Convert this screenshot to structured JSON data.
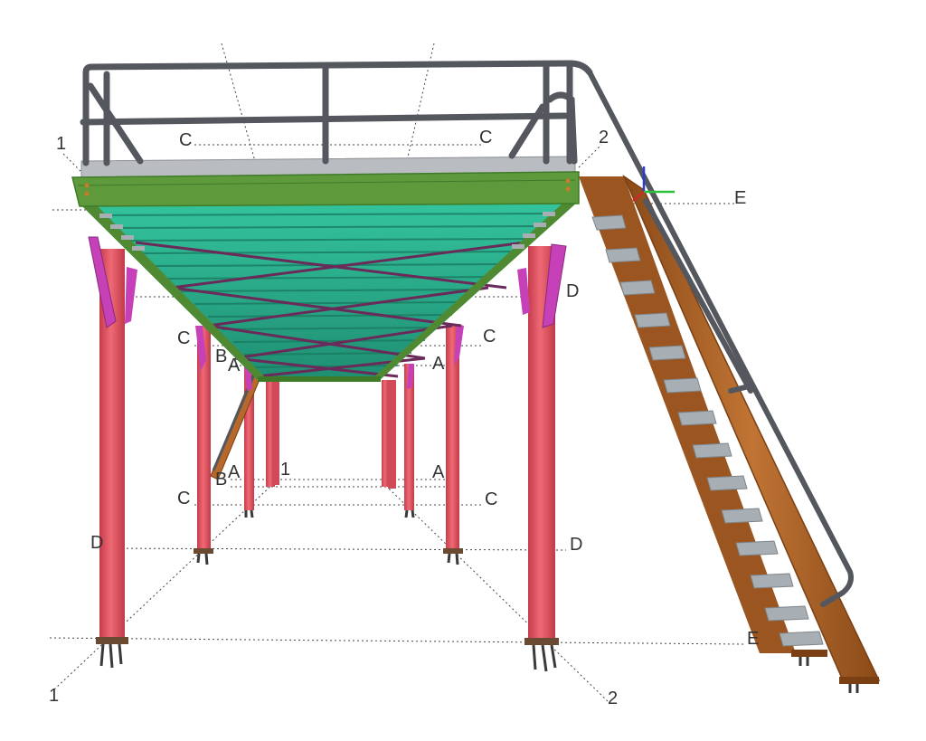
{
  "colors": {
    "deck_green": "#5e9a3c",
    "deck_green_dark": "#3f7a28",
    "grating_teal": "#2bb38f",
    "grating_teal_dark": "#1d8a6e",
    "bracing_purple": "#6a2a5a",
    "column_red": "#e0505f",
    "column_red_dark": "#b53342",
    "brace_magenta": "#c640b8",
    "stair_brown": "#b8682a",
    "stair_brown_dark": "#7a3f12",
    "tread_grey": "#a7aeb4",
    "handrail_grey": "#55575e",
    "kickplate_grey": "#b9bcc0"
  },
  "icons": [
    "axis-triad-icon"
  ],
  "gridline_labels": {
    "g1_top": "1",
    "g2_top": "2",
    "g1_bottom": "1",
    "g2_bottom": "2",
    "g1_mid": "1",
    "e_top": "E",
    "e_bottom": "E",
    "c_top_left": "C",
    "c_top_right": "C",
    "d_right_upper": "D",
    "c_left_upper": "C",
    "c_right_upper": "C",
    "b_left_upper": "B",
    "a_left_upper": "A",
    "a_right_upper": "A",
    "a_left_lower": "A",
    "b_left_lower": "B",
    "a_right_lower": "A",
    "c_left_lower": "C",
    "c_right_lower": "C",
    "d_left_lower": "D",
    "d_right_lower": "D"
  }
}
